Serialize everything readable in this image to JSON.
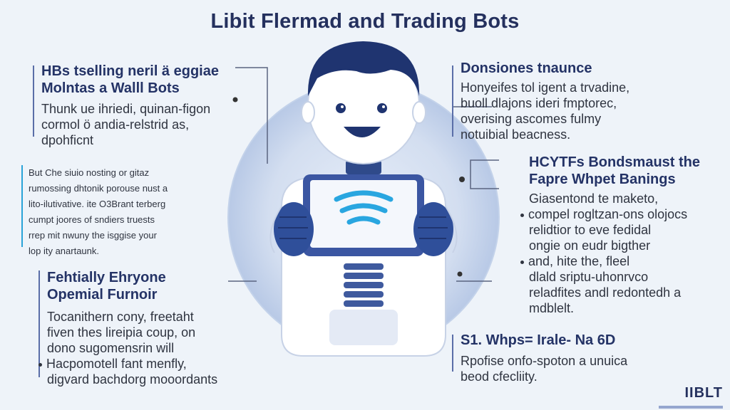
{
  "title": "Libit Flermad and Trading Bots",
  "left_top": {
    "heading_1": "HBs tselling neril ä eggiae",
    "heading_2": "Molntas a Walll Bots",
    "lines": [
      "Thunk ue ihriedi, quinan-figon",
      "cormol ö andia-relstrid as,",
      "dpohficnt"
    ]
  },
  "left_mid": {
    "lines": [
      "But Che siuio nosting or gitaz",
      "rumossing dhtonik porouse nust a",
      "lito-ilutivative. ite O3Brant terberg",
      "cumpt joores of sndiers truests",
      "rrep mit nwuny the isggise your",
      "lop ity anartaunk."
    ]
  },
  "left_bottom": {
    "heading_1": "Fehtially Ehryone",
    "heading_2": "Opemial Furnoir",
    "lines": [
      "Tocanithern cony, freetaht",
      "fiven thes lireipia coup, on",
      "dono sugomensrin will"
    ],
    "bullets": [
      "Hacpomotell fant menfly,",
      "digvard bachdorg mooordants"
    ]
  },
  "right_top": {
    "heading": "Donsiones tnaunce",
    "lines": [
      "Honyeifes tol igent a trvadine,",
      "buoll dlajons ideri fmptorec,",
      "overising ascomes fulmy",
      "notuibial beacness."
    ]
  },
  "right_mid": {
    "heading_1": "HCYTFs Bondsmaust the",
    "heading_2": "Fapre Whpet Banings",
    "lines": [
      "Giasentond te maketo,"
    ],
    "bullets": [
      "compel rogltzan-ons olojocs",
      "and, hite the, fleel"
    ],
    "sub_lines_1": [
      "relidtior to eve fedidal",
      "ongie on eudr bigther"
    ],
    "sub_lines_2": [
      "dlald sriptu-uhonrvco",
      "reladfites andl redontedh a",
      "mdblelt."
    ]
  },
  "right_bottom": {
    "heading": "S1. Whps= Irale- Na 6D",
    "lines": [
      "Rpofise onfo-spoton a unuica",
      "beod cfecliity."
    ]
  },
  "logo": "IIBLT",
  "colors": {
    "primary": "#24305e",
    "accent": "#3c5aa6",
    "light": "#cdd9ee",
    "background": "#eef3f9"
  }
}
